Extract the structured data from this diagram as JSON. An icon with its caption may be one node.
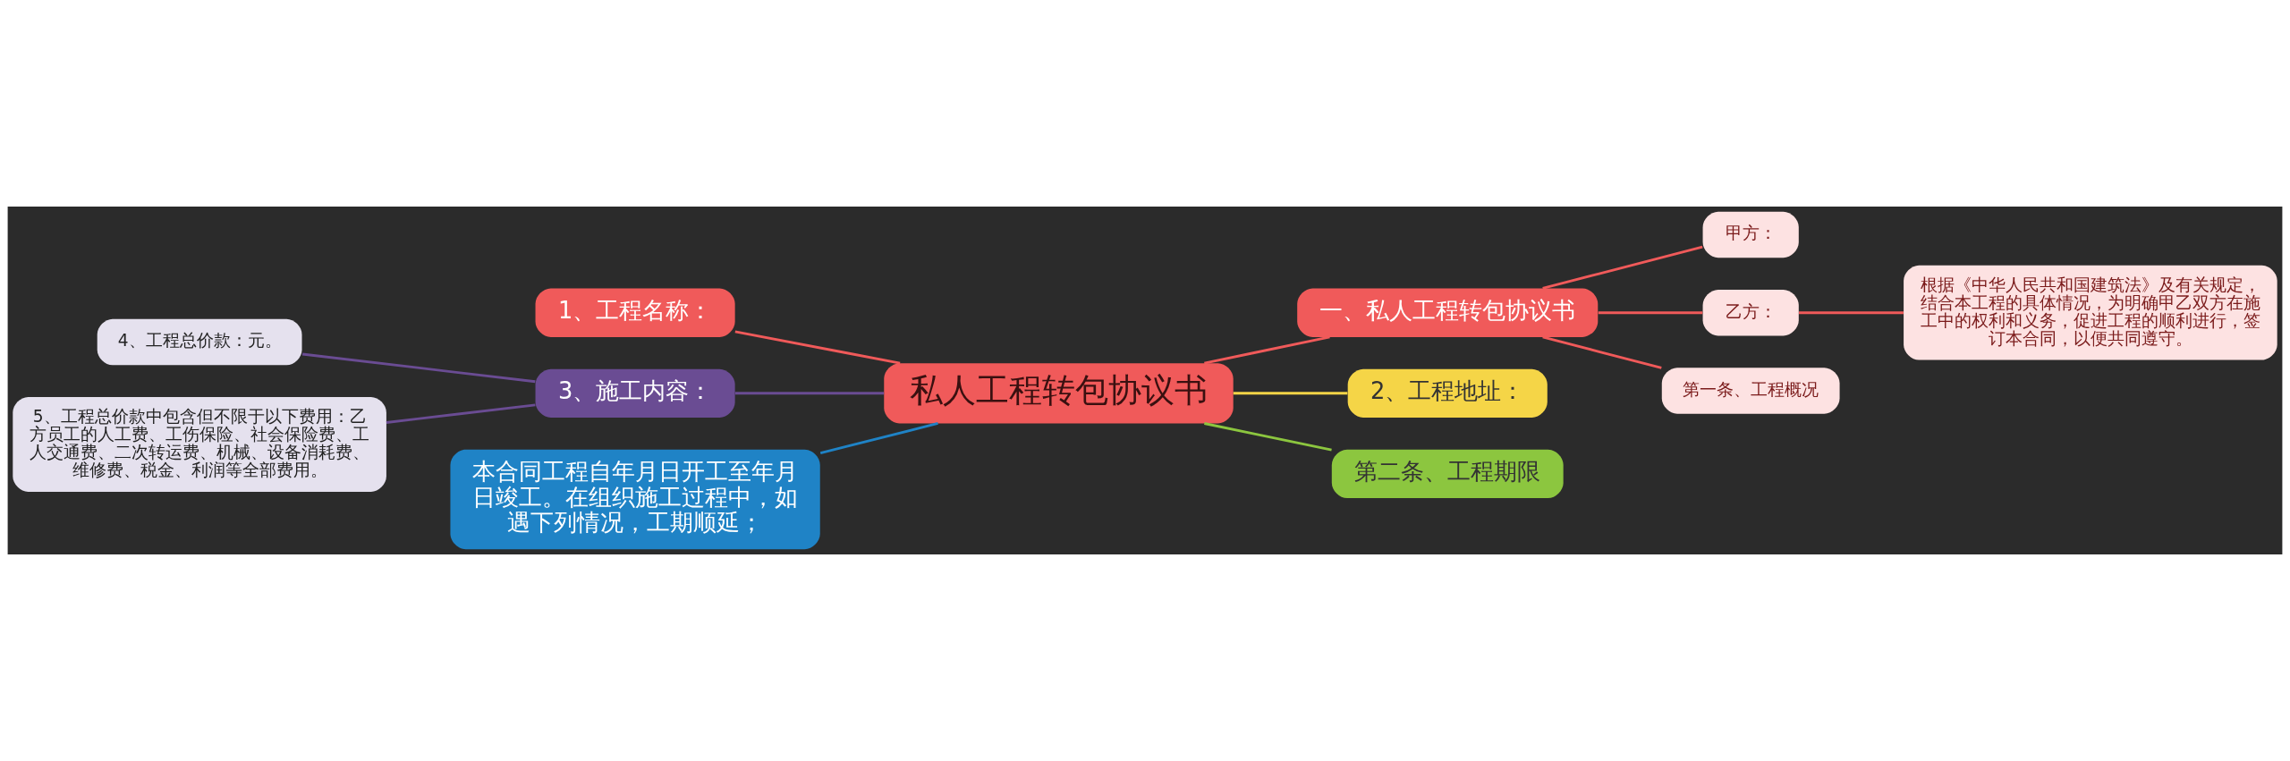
{
  "diagram": {
    "nodes": [
      {
        "text": [
          "私人工程转包协议书"
        ]
      },
      {
        "text": [
          "1、工程名称："
        ]
      },
      {
        "text": [
          "3、施工内容："
        ]
      },
      {
        "text": [
          "4、工程总价款：元。"
        ]
      },
      {
        "text": [
          "5、工程总价款中包含但不限于以下费用：乙方员工的人工费、工伤保险、社会保险费、工人交通费、二次转运费、机械、设备消耗费、维修费、税金、利润等全部费用。"
        ]
      },
      {
        "text": [
          "本合同工程自年月日开工至年月日竣工。在组织施工过程中，如遇下列情况，工期顺延；"
        ]
      },
      {
        "text": [
          "一、私人工程转包协议书"
        ]
      },
      {
        "text": [
          "甲方："
        ]
      },
      {
        "text": [
          "乙方："
        ]
      },
      {
        "text": [
          "根据《中华人民共和国建筑法》及有关规定，结合本工程的具体情况，为明确甲乙双方在施工中的权利和义务，促进工程的顺利进行，签订本合同，以便共同遵守。"
        ]
      },
      {
        "text": [
          "第一条、工程概况"
        ]
      },
      {
        "text": [
          "2、工程地址："
        ]
      },
      {
        "text": [
          "第二条、工程期限"
        ]
      }
    ],
    "edges": [
      {
        "from": 0,
        "to": 1,
        "arrow": "none"
      },
      {
        "from": 0,
        "to": 2,
        "arrow": "none",
        "color": "#6a4c93"
      },
      {
        "from": 2,
        "to": 3,
        "arrow": "none",
        "color": "#6a4c93"
      },
      {
        "from": 2,
        "to": 4,
        "arrow": "none",
        "color": "#6a4c93"
      },
      {
        "from": 0,
        "to": 5,
        "arrow": "none",
        "color": "#1f83c6"
      },
      {
        "from": 0,
        "to": 6,
        "arrow": "none"
      },
      {
        "from": 6,
        "to": 7,
        "arrow": "none"
      },
      {
        "from": 6,
        "to": 8,
        "arrow": "none"
      },
      {
        "from": 8,
        "to": 9,
        "arrow": "none"
      },
      {
        "from": 6,
        "to": 10,
        "arrow": "none"
      },
      {
        "from": 0,
        "to": 11,
        "arrow": "none",
        "color": "#f5d547"
      },
      {
        "from": 0,
        "to": 12,
        "arrow": "none",
        "color": "#8cc63f"
      }
    ]
  }
}
